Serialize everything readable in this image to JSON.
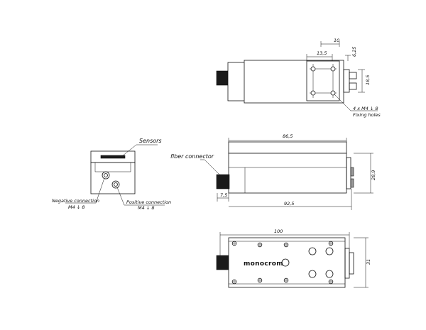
{
  "labels": {
    "sensors": "Sensors",
    "fiber_connector": "fiber connector",
    "negative_connection": "Negative connection",
    "negative_thread": "M4 ↓ 8",
    "positive_connection": "Positive connection",
    "positive_thread": "M4 ↓ 8",
    "fixing_thread": "4 x M4 ↓ 8",
    "fixing_holes": "Fixing holes",
    "brand": "monocrom"
  },
  "dimensions": {
    "top_10": "10",
    "top_13_5": "13,5",
    "top_6_25": "6,25",
    "top_18_5": "18,5",
    "side_86_5": "86,5",
    "side_28_9": "28,9",
    "side_7_5": "7,5",
    "side_92_5": "92,5",
    "bottom_100": "100",
    "bottom_31": "31"
  }
}
